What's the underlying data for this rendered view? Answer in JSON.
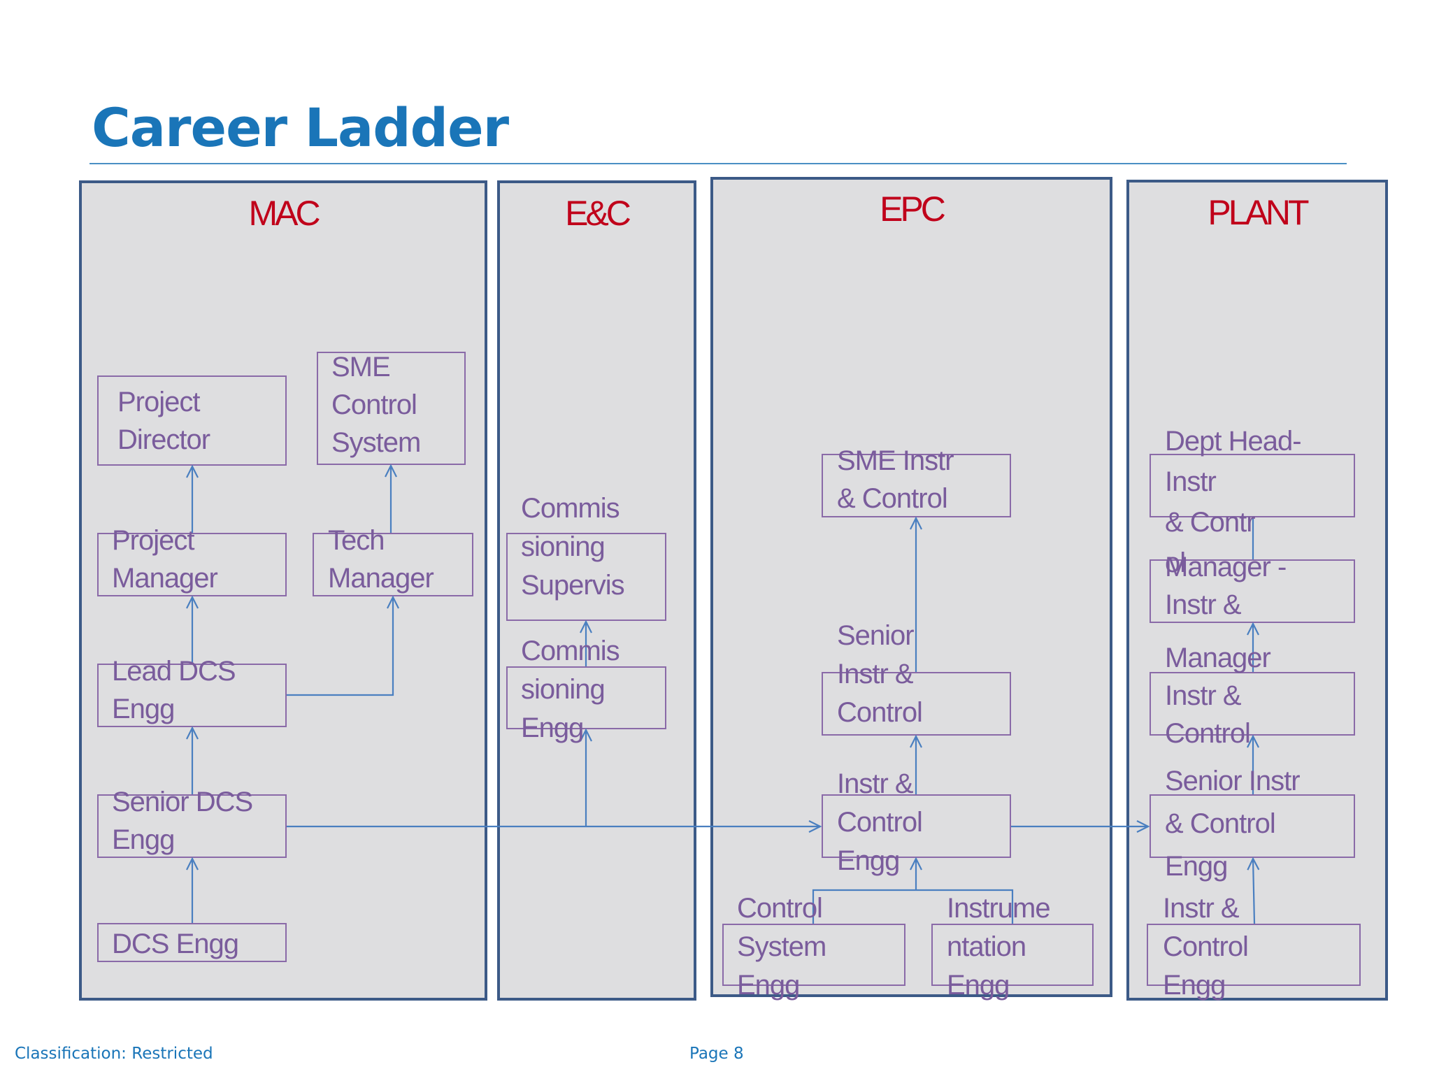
{
  "title": "Career Ladder",
  "columns": {
    "mac": "MAC",
    "ec": "E&C",
    "epc": "EPC",
    "plant": "PLANT"
  },
  "roles": {
    "mac_project_director": "Project\nDirector",
    "mac_sme_control_system": "SME\nControl\nSystem",
    "mac_project_manager": "Project\nManager",
    "mac_tech_manager": "Tech\nManager",
    "mac_lead_dcs_engg": "Lead DCS\nEngg",
    "mac_senior_dcs_engg": "Senior DCS\nEngg",
    "mac_dcs_engg": "DCS Engg",
    "ec_commissioning_supervisor": "Commis\nsioning\nSupervis",
    "ec_commissioning_engg": "Commis\nsioning\nEngg",
    "epc_sme_instr_control": "SME Instr\n& Control",
    "epc_senior_instr_control": "Senior\nInstr &\nControl",
    "epc_instr_control_engg": "Instr &\nControl\nEngg",
    "epc_control_system_engg": "Control\nSystem\nEngg",
    "epc_instrumentation_engg": "Instrume\nntation\nEngg",
    "plant_dept_head": "Dept Head-\nInstr\n&  Contr\nol",
    "plant_manager": "Manager -\nInstr &",
    "plant_manager_instr_control": "Manager\nInstr &\nControl",
    "plant_senior_instr_control_engg": "Senior Instr\n& Control\nEngg",
    "plant_instr_control_engg": "Instr &\nControl\nEngg"
  },
  "colors": {
    "title": "#1a75b8",
    "heading": "#c0001a",
    "role_text": "#7a5c9c",
    "column_fill": "#dedee0",
    "column_border": "#3c5a87",
    "arrow": "#4a7fc0"
  },
  "footer": {
    "classification": "Classification: Restricted",
    "page": "Page 8"
  }
}
